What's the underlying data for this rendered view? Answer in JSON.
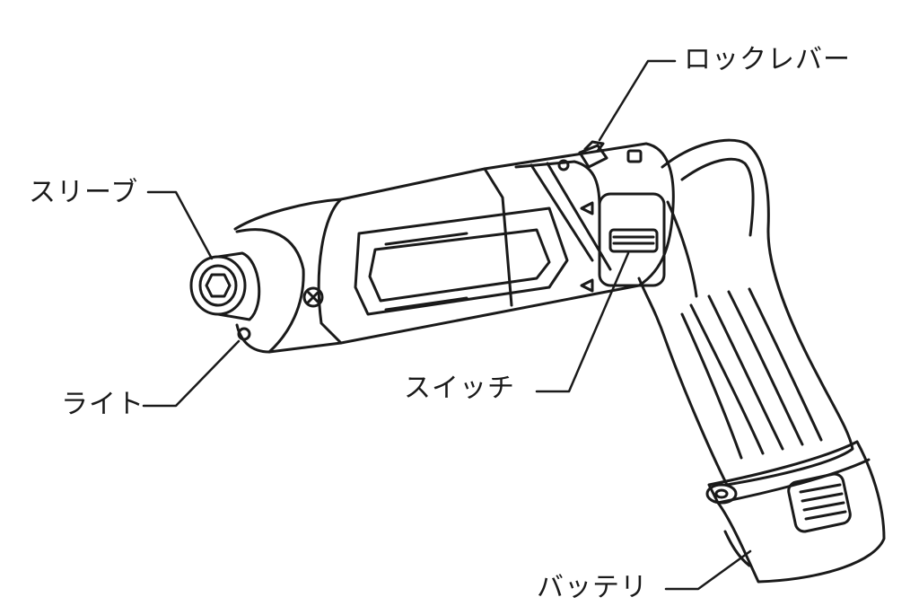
{
  "labels": {
    "lock_lever": "ロックレバー",
    "sleeve": "スリーブ",
    "light": "ライト",
    "switch": "スイッチ",
    "battery": "バッテリ"
  },
  "colors": {
    "line": "#1a1a1a",
    "background": "#ffffff"
  }
}
